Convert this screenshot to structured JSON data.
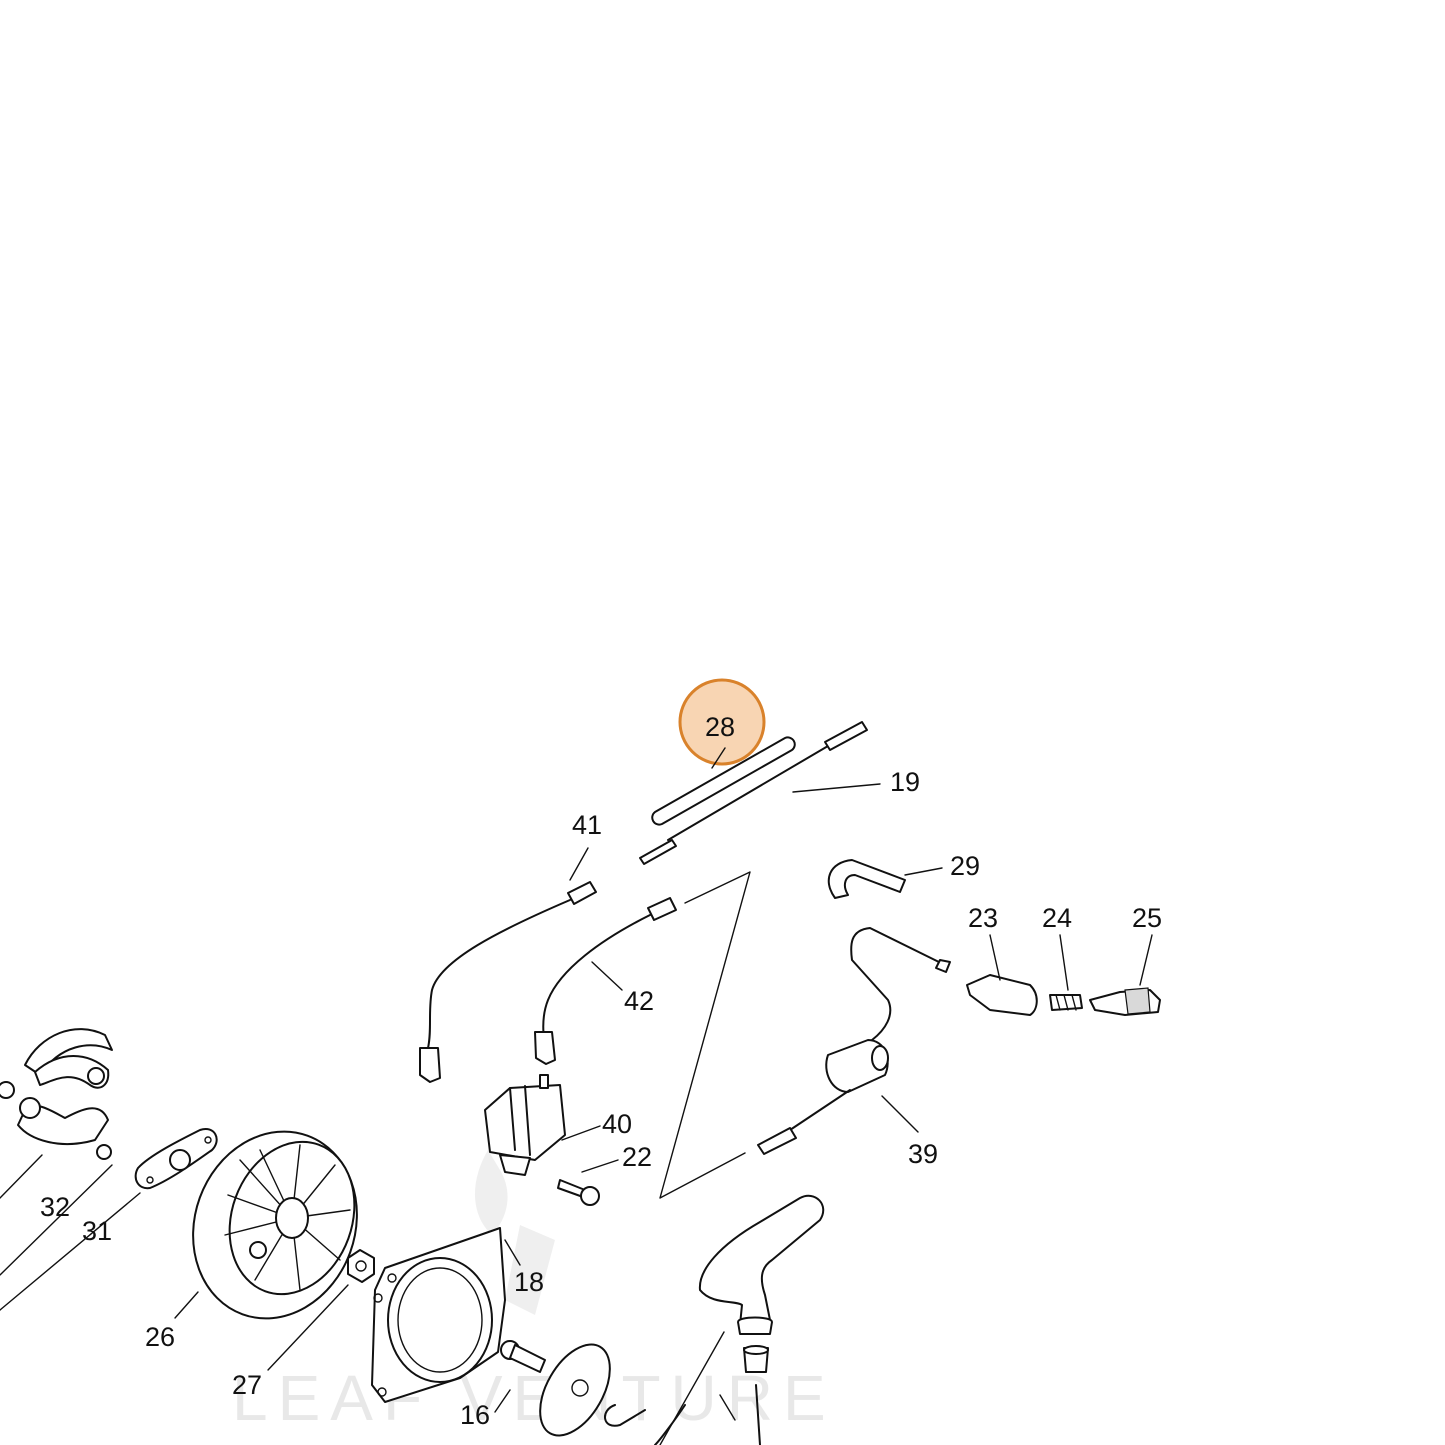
{
  "highlight": {
    "label": "28",
    "color": "#d9822b"
  },
  "watermark": {
    "text": "LEAF VENTURE"
  },
  "callouts": [
    {
      "id": "28",
      "label": "28"
    },
    {
      "id": "19",
      "label": "19"
    },
    {
      "id": "41",
      "label": "41"
    },
    {
      "id": "29",
      "label": "29"
    },
    {
      "id": "23",
      "label": "23"
    },
    {
      "id": "24",
      "label": "24"
    },
    {
      "id": "25",
      "label": "25"
    },
    {
      "id": "42",
      "label": "42"
    },
    {
      "id": "40",
      "label": "40"
    },
    {
      "id": "22",
      "label": "22"
    },
    {
      "id": "39",
      "label": "39"
    },
    {
      "id": "32",
      "label": "32"
    },
    {
      "id": "31",
      "label": "31"
    },
    {
      "id": "18",
      "label": "18"
    },
    {
      "id": "26",
      "label": "26"
    },
    {
      "id": "27",
      "label": "27"
    },
    {
      "id": "16",
      "label": "16"
    }
  ]
}
